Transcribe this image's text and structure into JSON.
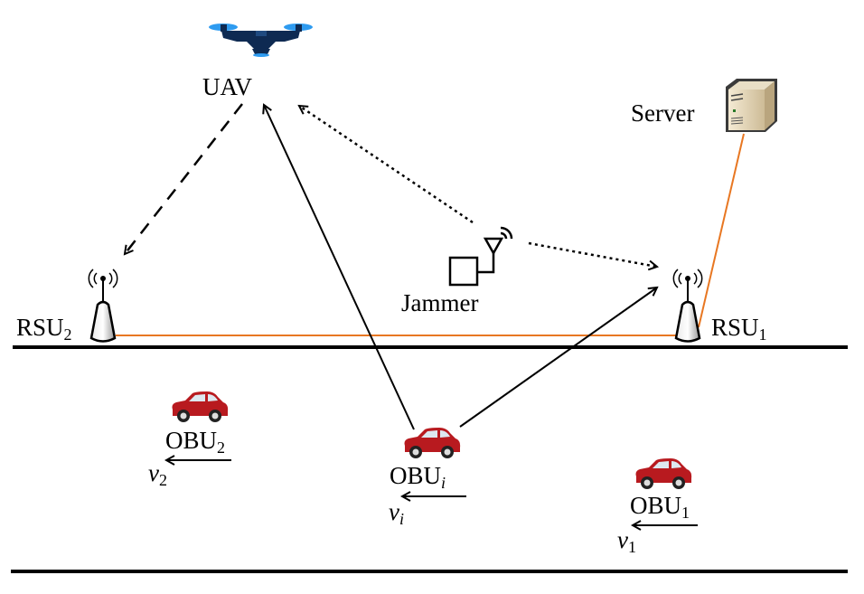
{
  "nodes": {
    "uav": {
      "label": "UAV"
    },
    "server": {
      "label": "Server"
    },
    "jammer": {
      "label": "Jammer"
    },
    "rsu2": {
      "label": "RSU",
      "sub": "2"
    },
    "rsu1": {
      "label": "RSU",
      "sub": "1"
    },
    "obu2": {
      "label": "OBU",
      "sub": "2",
      "velocity": "v",
      "velocity_sub": "2"
    },
    "obui": {
      "label": "OBU",
      "sub": "i",
      "velocity": "v",
      "velocity_sub": "i"
    },
    "obu1": {
      "label": "OBU",
      "sub": "1",
      "velocity": "v",
      "velocity_sub": "1"
    }
  },
  "links": [
    {
      "from": "UAV",
      "to": "RSU2",
      "style": "dashed"
    },
    {
      "from": "OBUi",
      "to": "UAV",
      "style": "solid"
    },
    {
      "from": "Jammer",
      "to": "UAV",
      "style": "dotted"
    },
    {
      "from": "Jammer",
      "to": "RSU1",
      "style": "dotted"
    },
    {
      "from": "OBUi",
      "to": "RSU1",
      "style": "solid"
    },
    {
      "from": "RSU2",
      "to": "RSU1",
      "style": "wired"
    },
    {
      "from": "RSU1",
      "to": "Server",
      "style": "wired"
    }
  ],
  "colors": {
    "wired": "#E87722",
    "car": "#B81A1F",
    "uav_body": "#0E2A52",
    "uav_rotor": "#2E9BF0",
    "road": "#000000"
  }
}
